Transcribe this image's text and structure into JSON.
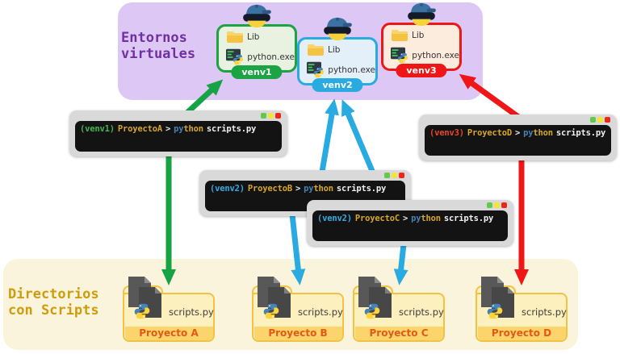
{
  "venv_section": {
    "title_line1": "Entornos",
    "title_line2": "virtuales",
    "venvs": [
      {
        "name": "venv1",
        "lib_label": "Lib",
        "exe_label": "python.exe"
      },
      {
        "name": "venv2",
        "lib_label": "Lib",
        "exe_label": "python.exe"
      },
      {
        "name": "venv3",
        "lib_label": "Lib",
        "exe_label": "python.exe"
      }
    ]
  },
  "terminals": [
    {
      "venv_tag": "(venv1)",
      "project": "ProyectoA",
      "prompt": ">",
      "cmd_py": "py",
      "cmd_thon": "thon",
      "argument": "scripts.py"
    },
    {
      "venv_tag": "(venv2)",
      "project": "ProyectoB",
      "prompt": ">",
      "cmd_py": "py",
      "cmd_thon": "thon",
      "argument": "scripts.py"
    },
    {
      "venv_tag": "(venv2)",
      "project": "ProyectoC",
      "prompt": ">",
      "cmd_py": "py",
      "cmd_thon": "thon",
      "argument": "scripts.py"
    },
    {
      "venv_tag": "(venv3)",
      "project": "ProyectoD",
      "prompt": ">",
      "cmd_py": "py",
      "cmd_thon": "thon",
      "argument": "scripts.py"
    }
  ],
  "scripts_section": {
    "title_line1": "Directorios",
    "title_line2": "con Scripts",
    "folders": [
      {
        "file_label": "scripts.py",
        "name": "Proyecto A"
      },
      {
        "file_label": "scripts.py",
        "name": "Proyecto B"
      },
      {
        "file_label": "scripts.py",
        "name": "Proyecto C"
      },
      {
        "file_label": "scripts.py",
        "name": "Proyecto D"
      }
    ]
  },
  "colors": {
    "venv1_accent": "#1ca343",
    "venv2_accent": "#29abe2",
    "venv3_accent": "#ee1616",
    "purple_background": "#dcc7f5",
    "purple_title_text": "#7030a0",
    "cream_background": "#fbf4dc",
    "gold_title_text": "#cf9c0c",
    "terminal_project_text": "#d9a62a",
    "python_blue": "#4584b6",
    "python_gold": "#d9a62a",
    "folder_name_text": "#e2591a"
  },
  "icons": {
    "venv_badge": "python-with-sunglasses-icon",
    "lib": "folder-icon",
    "exe": "terminal-python-icon",
    "window_buttons": "traffic-lights-icons",
    "project_files": "python-file-stack-icon"
  }
}
